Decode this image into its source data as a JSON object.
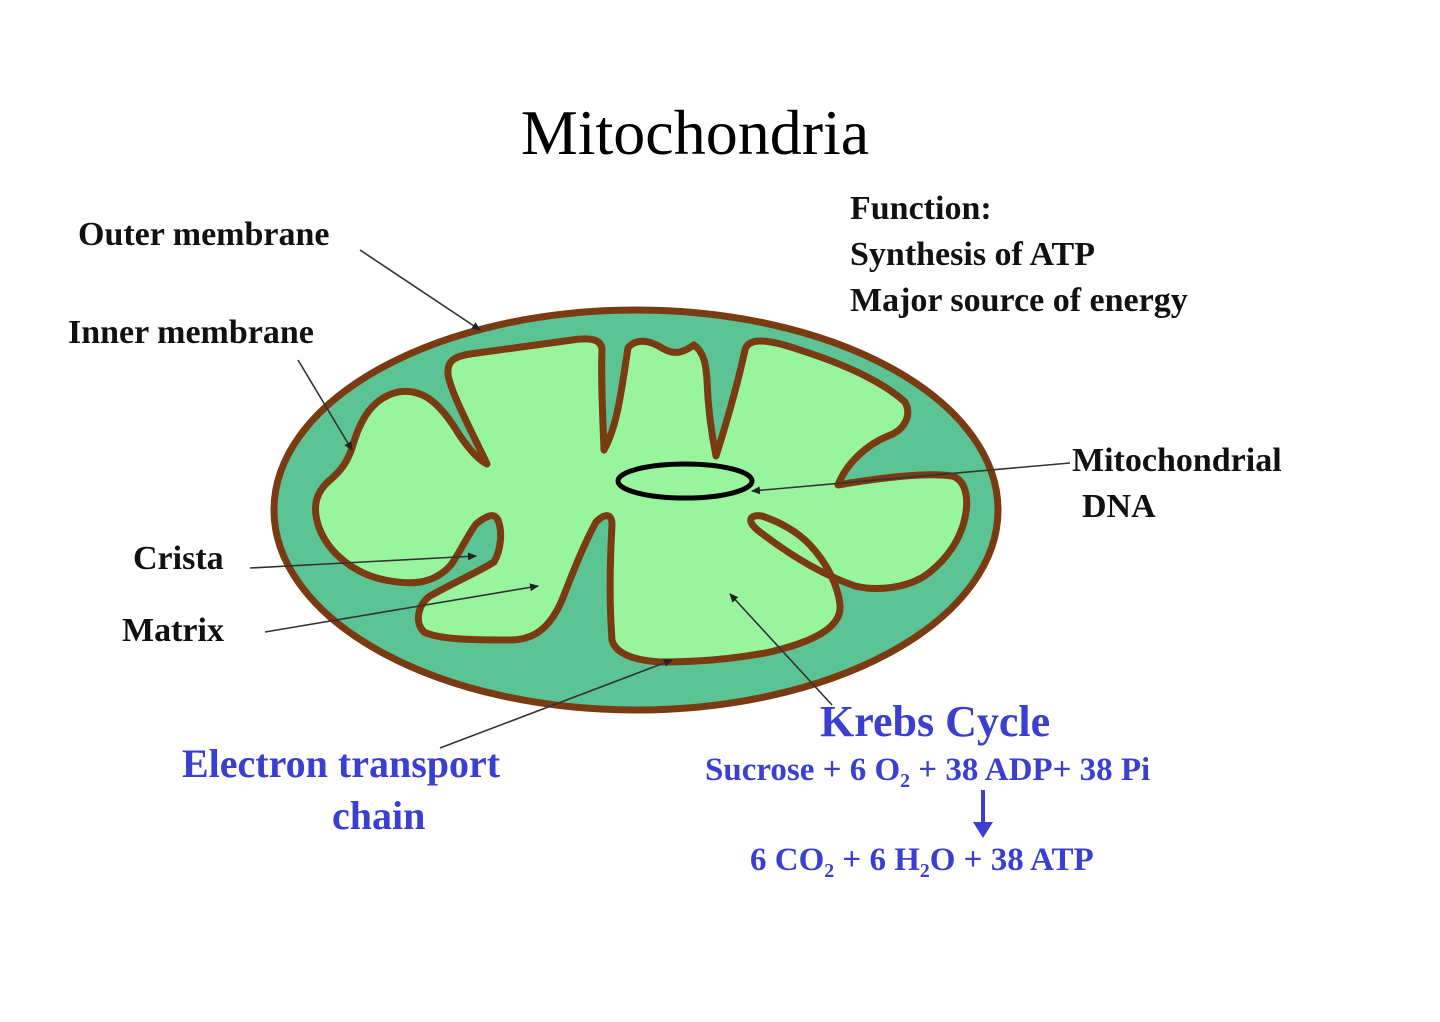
{
  "title": "Mitochondria",
  "function": {
    "heading": "Function:",
    "line1": "Synthesis of ATP",
    "line2": "Major source of energy"
  },
  "labels": {
    "outer_membrane": "Outer membrane",
    "inner_membrane": "Inner membrane",
    "crista": "Crista",
    "matrix": "Matrix",
    "mito_dna_line1": "Mitochondrial",
    "mito_dna_line2": "DNA"
  },
  "etc": {
    "line1": "Electron transport",
    "line2": "chain"
  },
  "krebs": {
    "title": "Krebs Cycle",
    "reactants": {
      "sucrose": "Sucrose",
      "plus1": "+ 6 O",
      "o2_sub": "2",
      "rest": "+ 38 ADP+ 38 Pi"
    },
    "products": {
      "co2_pre": "6 CO",
      "co2_sub": "2",
      "mid": "+ 6 H",
      "h2o_sub": "2",
      "o_rest": "O +  38 ATP"
    }
  },
  "colors": {
    "outer_fill": "#5cc394",
    "matrix_fill": "#98f49d",
    "membrane": "#7a3b12",
    "label_blue": "#3a3fd0",
    "leader_line": "#333333"
  }
}
